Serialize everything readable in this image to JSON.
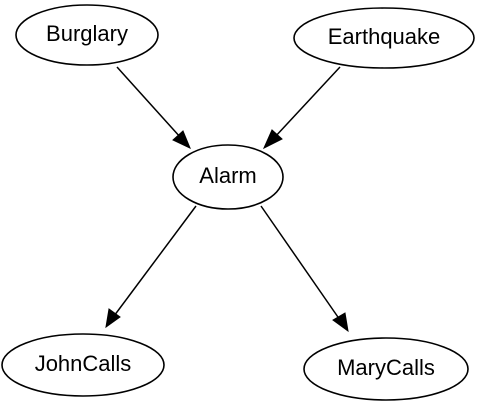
{
  "nodes": {
    "burglary": {
      "label": "Burglary"
    },
    "earthquake": {
      "label": "Earthquake"
    },
    "alarm": {
      "label": "Alarm"
    },
    "johncalls": {
      "label": "JohnCalls"
    },
    "marycalls": {
      "label": "MaryCalls"
    }
  },
  "edges": [
    {
      "from": "Burglary",
      "to": "Alarm"
    },
    {
      "from": "Earthquake",
      "to": "Alarm"
    },
    {
      "from": "Alarm",
      "to": "JohnCalls"
    },
    {
      "from": "Alarm",
      "to": "MaryCalls"
    }
  ],
  "colors": {
    "stroke": "#000000",
    "background": "#ffffff"
  }
}
